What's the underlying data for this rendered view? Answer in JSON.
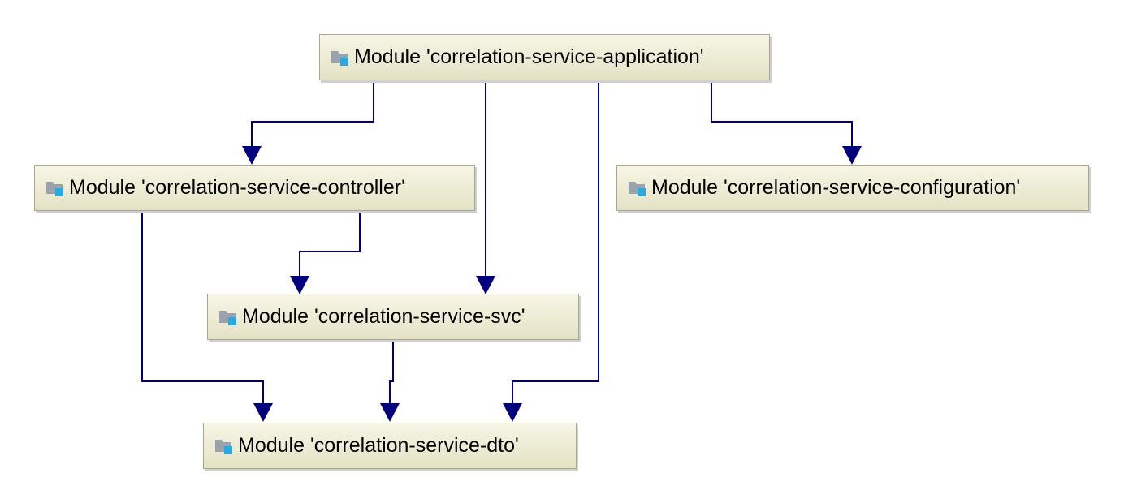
{
  "diagram": {
    "nodes": {
      "application": {
        "label": "Module 'correlation-service-application'",
        "icon": "module-folder-icon"
      },
      "controller": {
        "label": "Module 'correlation-service-controller'",
        "icon": "module-folder-icon"
      },
      "configuration": {
        "label": "Module 'correlation-service-configuration'",
        "icon": "module-folder-icon"
      },
      "svc": {
        "label": "Module 'correlation-service-svc'",
        "icon": "module-folder-icon"
      },
      "dto": {
        "label": "Module 'correlation-service-dto'",
        "icon": "module-folder-icon"
      }
    },
    "edges": [
      {
        "from": "application",
        "to": "controller"
      },
      {
        "from": "application",
        "to": "svc"
      },
      {
        "from": "application",
        "to": "dto"
      },
      {
        "from": "application",
        "to": "configuration"
      },
      {
        "from": "controller",
        "to": "svc"
      },
      {
        "from": "controller",
        "to": "dto"
      },
      {
        "from": "svc",
        "to": "dto"
      }
    ],
    "colors": {
      "edge": "#00007f",
      "node_fill_top": "#f7f6e6",
      "node_fill_bottom": "#e4e2c4",
      "node_border": "#a9a88e",
      "icon_folder": "#9aa3ad",
      "icon_badge": "#29a9e0"
    }
  }
}
